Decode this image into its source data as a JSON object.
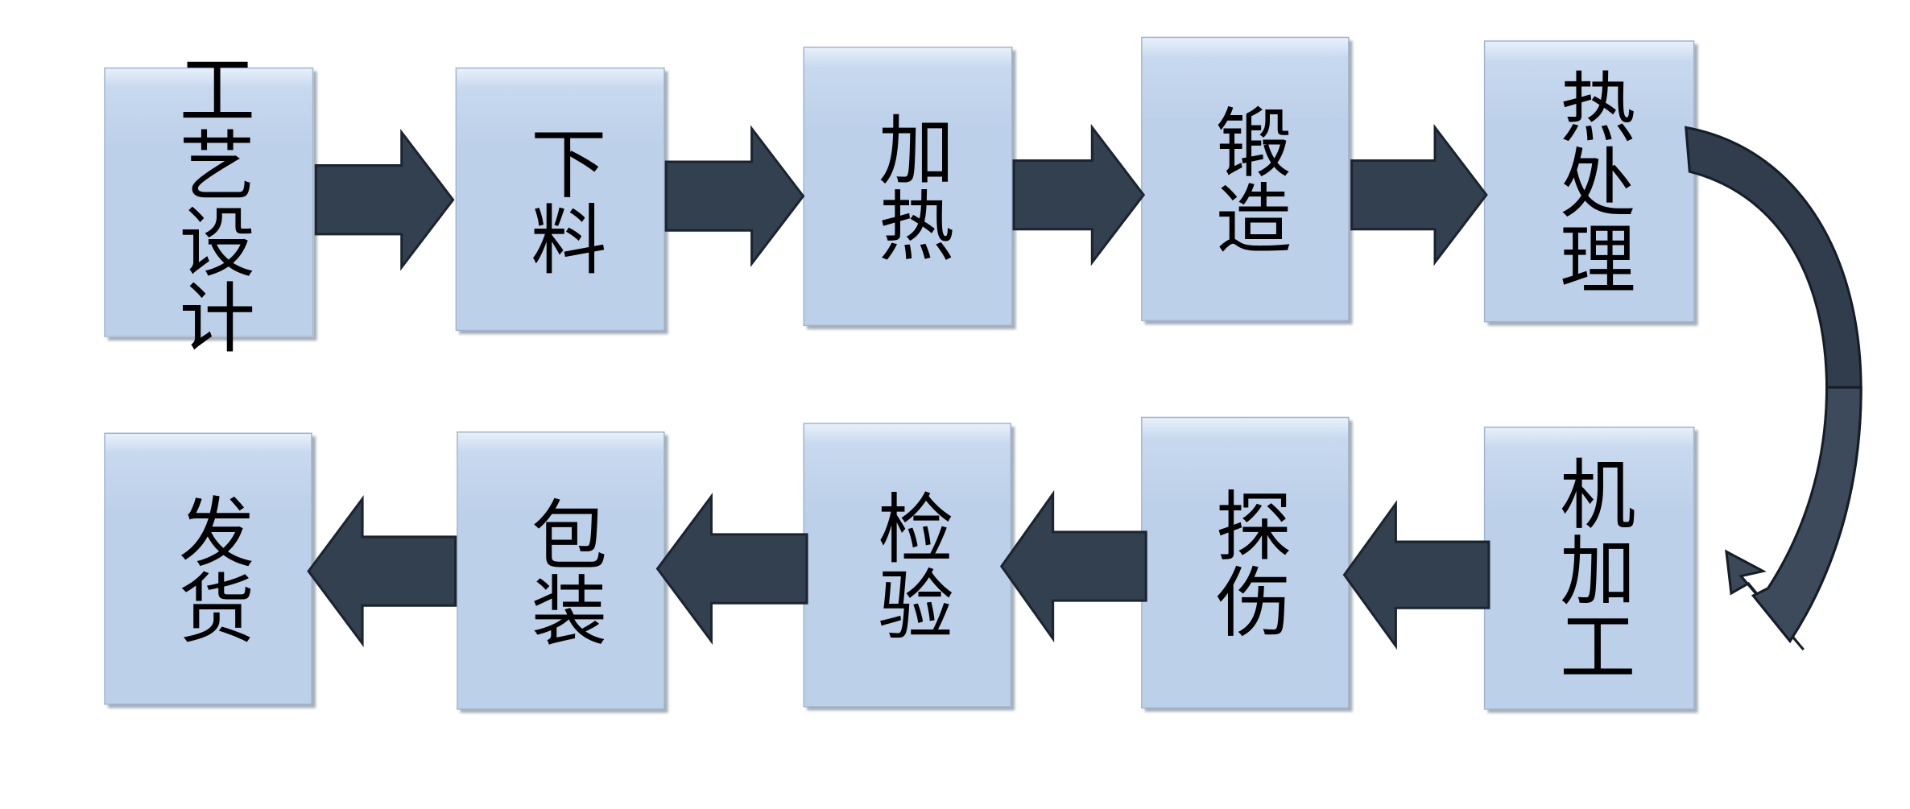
{
  "diagram": {
    "type": "process-flowchart",
    "title": "",
    "orientation": "snake / serpentine: left-to-right on top row, right-to-left on bottom row",
    "colors": {
      "node_fill": "#bcd0e9",
      "node_fill_highlight": "#e8f0fa",
      "node_border": "#9fb4ce",
      "arrow_fill": "#33404f",
      "arrow_fill_light": "#3c4a5c",
      "arrow_stroke": "#1b2430",
      "text": "#000000",
      "background": "#ffffff"
    },
    "top_row": [
      {
        "id": "n1",
        "label": "工艺设计",
        "chars": [
          "工",
          "艺",
          "设",
          "计"
        ]
      },
      {
        "id": "n2",
        "label": "下料",
        "chars": [
          "下",
          "料"
        ]
      },
      {
        "id": "n3",
        "label": "加热",
        "chars": [
          "加",
          "热"
        ]
      },
      {
        "id": "n4",
        "label": "锻造",
        "chars": [
          "锻",
          "造"
        ]
      },
      {
        "id": "n5",
        "label": "热处理",
        "chars": [
          "热",
          "处",
          "理"
        ]
      }
    ],
    "bottom_row": [
      {
        "id": "n6",
        "label": "发货",
        "chars": [
          "发",
          "货"
        ]
      },
      {
        "id": "n7",
        "label": "包装",
        "chars": [
          "包",
          "装"
        ]
      },
      {
        "id": "n8",
        "label": "检验",
        "chars": [
          "检",
          "验"
        ]
      },
      {
        "id": "n9",
        "label": "探伤",
        "chars": [
          "探",
          "伤"
        ]
      },
      {
        "id": "n10",
        "label": "机加工",
        "chars": [
          "机",
          "加",
          "工"
        ]
      }
    ],
    "connectors": [
      {
        "from": "n1",
        "to": "n2",
        "kind": "straight",
        "direction": "right"
      },
      {
        "from": "n2",
        "to": "n3",
        "kind": "straight",
        "direction": "right"
      },
      {
        "from": "n3",
        "to": "n4",
        "kind": "straight",
        "direction": "right"
      },
      {
        "from": "n4",
        "to": "n5",
        "kind": "straight",
        "direction": "right"
      },
      {
        "from": "n5",
        "to": "n10",
        "kind": "curved",
        "direction": "down-left"
      },
      {
        "from": "n10",
        "to": "n9",
        "kind": "straight",
        "direction": "left"
      },
      {
        "from": "n9",
        "to": "n8",
        "kind": "straight",
        "direction": "left"
      },
      {
        "from": "n8",
        "to": "n7",
        "kind": "straight",
        "direction": "left"
      },
      {
        "from": "n7",
        "to": "n6",
        "kind": "straight",
        "direction": "left"
      }
    ],
    "sequence_labels": [
      "工艺设计",
      "下料",
      "加热",
      "锻造",
      "热处理",
      "机加工",
      "探伤",
      "检验",
      "包装",
      "发货"
    ]
  }
}
